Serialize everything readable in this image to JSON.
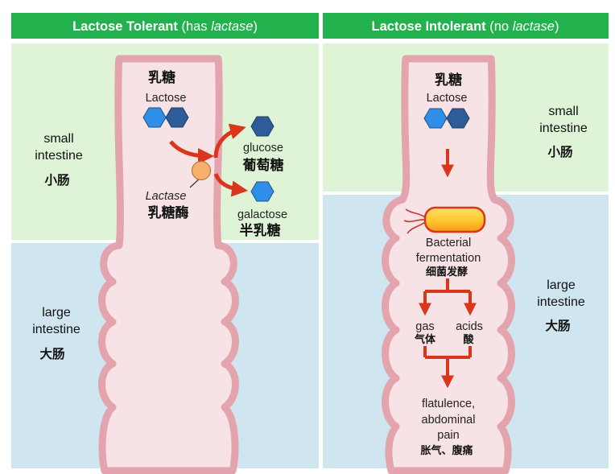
{
  "left_panel": {
    "header": {
      "title_bold": "Lactose Tolerant",
      "paren_open": " (has ",
      "enzyme": "lactase",
      "paren_close": ")"
    },
    "small_intestine": {
      "en_line1": "small",
      "en_line2": "intestine",
      "cn": "小肠"
    },
    "large_intestine": {
      "en_line1": "large",
      "en_line2": "intestine",
      "cn": "大肠"
    },
    "lactose": {
      "cn": "乳糖",
      "en": "Lactose"
    },
    "lactase": {
      "en": "Lactase",
      "cn": "乳糖酶"
    },
    "glucose": {
      "en": "glucose",
      "cn": "葡萄糖"
    },
    "galactose": {
      "en": "galactose",
      "cn": "半乳糖"
    }
  },
  "right_panel": {
    "header": {
      "title_bold": "Lactose Intolerant",
      "paren_open": " (no ",
      "enzyme": "lactase",
      "paren_close": ")"
    },
    "small_intestine": {
      "en_line1": "small",
      "en_line2": "intestine",
      "cn": "小肠"
    },
    "large_intestine": {
      "en_line1": "large",
      "en_line2": "intestine",
      "cn": "大肠"
    },
    "lactose": {
      "cn": "乳糖",
      "en": "Lactose"
    },
    "fermentation": {
      "en_line1": "Bacterial",
      "en_line2": "fermentation",
      "cn": "细菌发酵"
    },
    "gas": {
      "en": "gas",
      "cn": "气体"
    },
    "acids": {
      "en": "acids",
      "cn": "酸"
    },
    "symptoms": {
      "en_line1": "flatulence,",
      "en_line2": "abdominal",
      "en_line3": "pain",
      "cn": "胀气、腹痛"
    }
  },
  "colors": {
    "header_bg": "#22b14c",
    "small_intestine_bg": "#dff4d6",
    "large_intestine_bg": "#cfe5ef",
    "gut_fill": "#f7e3e6",
    "gut_wall": "#e3a4ae",
    "arrow": "#d9361c",
    "hex_light": "#2f8fe8",
    "hex_dark": "#2e5c99",
    "lactase_circle": "#f4b06c",
    "bacterium": "#f5a623"
  }
}
